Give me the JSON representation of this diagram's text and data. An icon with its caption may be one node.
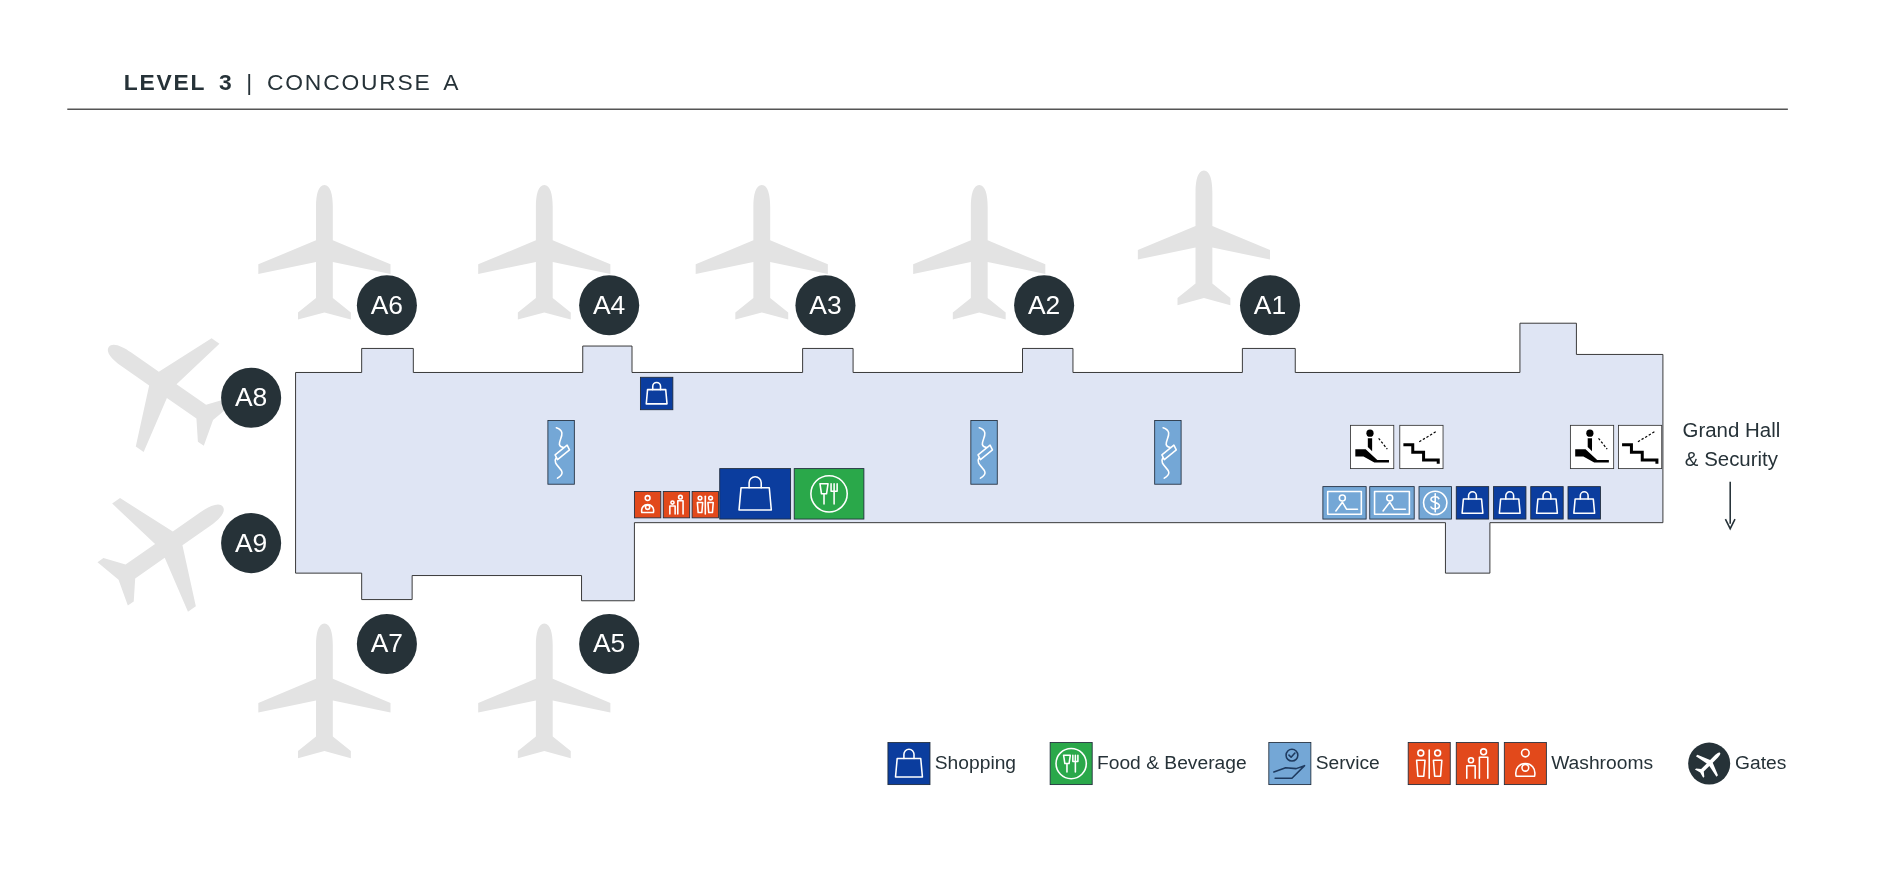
{
  "diagram": {
    "title": "**LEVEL 3** | CONCOURSE A",
    "nodes": [
      {
        "text": [
          "A6"
        ]
      },
      {
        "text": [
          "A4"
        ]
      },
      {
        "text": [
          "A3"
        ]
      },
      {
        "text": [
          "A2"
        ]
      },
      {
        "text": [
          "A1"
        ]
      },
      {
        "text": [
          "A8"
        ]
      },
      {
        "text": [
          "A9"
        ]
      },
      {
        "text": [
          "A7"
        ]
      },
      {
        "text": [
          "A5"
        ]
      }
    ],
    "labels": [
      "Grand Hall & Security"
    ],
    "legend": [
      {
        "text": "Shopping",
        "color": "#0b3d9e"
      },
      {
        "text": "Food & Beverage",
        "color": "#2aa84a"
      },
      {
        "text": "Service",
        "color": "#74a7d6"
      },
      {
        "text": "Washrooms",
        "color": "#e2491b"
      },
      {
        "text": "Gates",
        "color": "#263238"
      }
    ]
  }
}
